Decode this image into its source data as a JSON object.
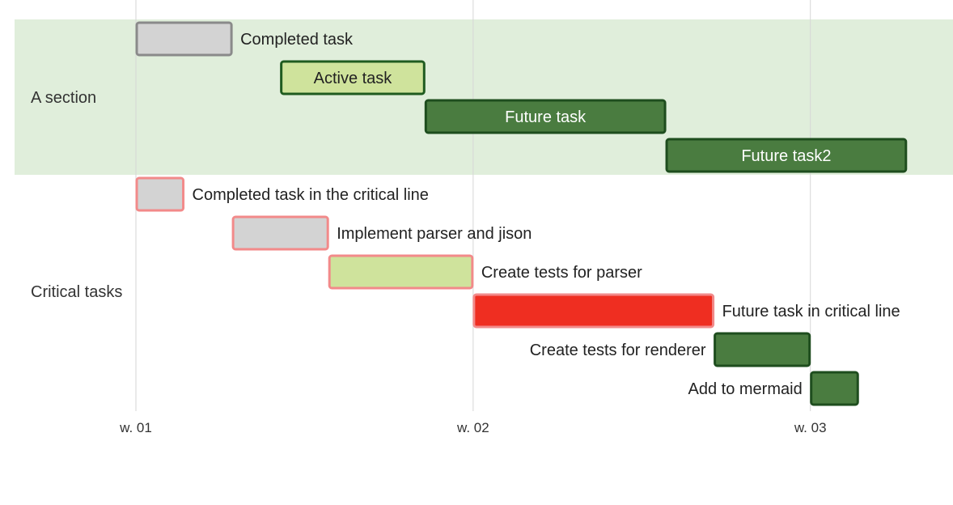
{
  "chart_data": {
    "type": "gantt",
    "time_unit": "days",
    "ticks": [
      {
        "label": "w. 01",
        "day": 0
      },
      {
        "label": "w. 02",
        "day": 7
      },
      {
        "label": "w. 03",
        "day": 14
      }
    ],
    "sections": [
      {
        "name": "A section",
        "color": "#e0eedb",
        "tasks": [
          {
            "name": "Completed task",
            "start": 0,
            "end": 2,
            "status": "done"
          },
          {
            "name": "Active task",
            "start": 3,
            "end": 6,
            "status": "active"
          },
          {
            "name": "Future task",
            "start": 6,
            "end": 11,
            "status": "future"
          },
          {
            "name": "Future task2",
            "start": 11,
            "end": 16,
            "status": "future"
          }
        ]
      },
      {
        "name": "Critical tasks",
        "color": "#ffffff",
        "tasks": [
          {
            "name": "Completed task in the critical line",
            "start": 0,
            "end": 1,
            "status": "done-crit"
          },
          {
            "name": "Implement parser and jison",
            "start": 2,
            "end": 4,
            "status": "done-crit"
          },
          {
            "name": "Create tests for parser",
            "start": 4,
            "end": 7,
            "status": "active-crit"
          },
          {
            "name": "Future task in critical line",
            "start": 7,
            "end": 12,
            "status": "future-crit"
          },
          {
            "name": "Create tests for renderer",
            "start": 12,
            "end": 14,
            "status": "future",
            "label_side": "left"
          },
          {
            "name": "Add to mermaid",
            "start": 14,
            "end": 15,
            "status": "future",
            "label_side": "left"
          }
        ]
      }
    ],
    "styles": {
      "done": {
        "fill": "#d3d3d3",
        "stroke": "#8a8a8a",
        "text": "#222222"
      },
      "active": {
        "fill": "#cfe39c",
        "stroke": "#1f5b1f",
        "text": "#222222"
      },
      "future": {
        "fill": "#4a7c40",
        "stroke": "#1e4d1e",
        "text": "#ffffff"
      },
      "done-crit": {
        "fill": "#d3d3d3",
        "stroke": "#f28a8a",
        "text": "#222222"
      },
      "active-crit": {
        "fill": "#cfe39c",
        "stroke": "#f28a8a",
        "text": "#222222"
      },
      "future-crit": {
        "fill": "#ef2e21",
        "stroke": "#f28a8a",
        "text": "#ffffff"
      },
      "grid": "#d6d6d6"
    }
  }
}
